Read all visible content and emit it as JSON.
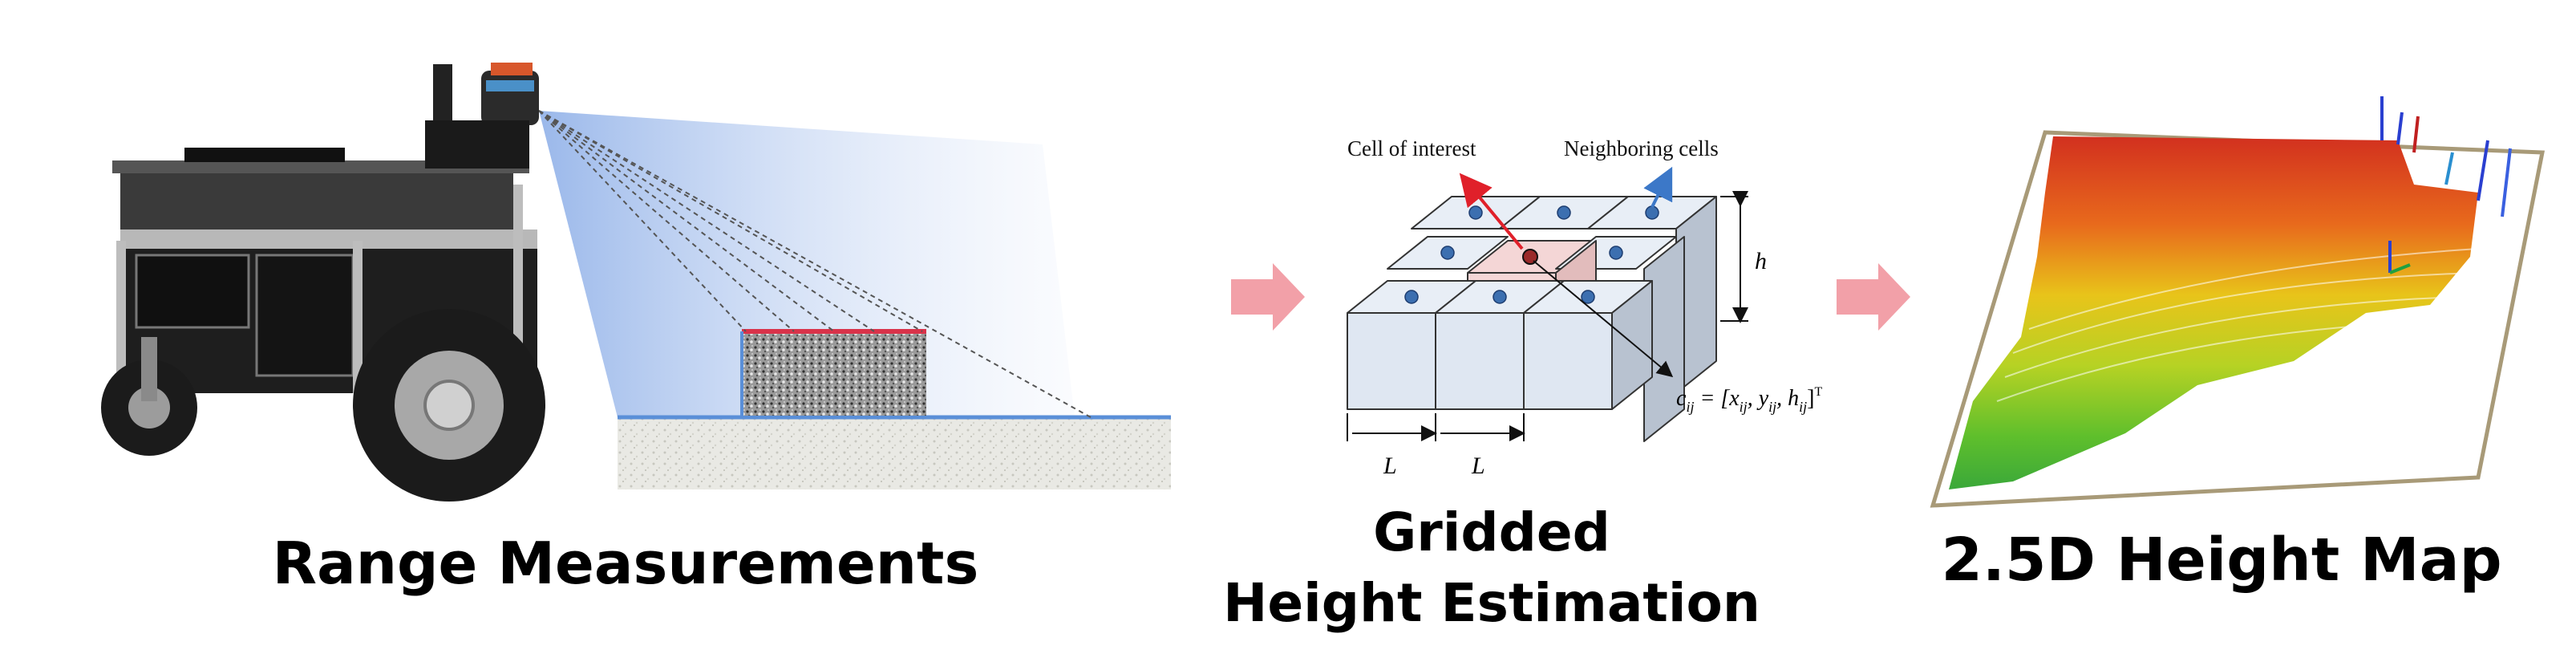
{
  "figure": {
    "range_caption": "Range Measurements",
    "grid_caption_line1": "Gridded",
    "grid_caption_line2": "Height Estimation",
    "map_caption": "2.5D Height Map"
  },
  "grid_diagram": {
    "cell_of_interest_label": "Cell of interest",
    "neighboring_cells_label": "Neighboring cells",
    "height_label": "h",
    "width_label_1": "L",
    "width_label_2": "L",
    "cell_formula": "c",
    "cell_formula_sub": "ij",
    "cell_formula_rhs": " = [x",
    "sub_x": "ij",
    "comma1": ", y",
    "sub_y": "ij",
    "comma2": ", h",
    "sub_h": "ij",
    "close": "]",
    "sup_T": "T"
  },
  "colors": {
    "accent_arrow": "#f2a0a8",
    "cell_fill": "#dfe7f2",
    "highlight_cell": "#f4d6d6",
    "dot_blue": "#3c6fb0",
    "ground_line": "#5a8fd8",
    "obstacle_top": "#d9334a"
  }
}
